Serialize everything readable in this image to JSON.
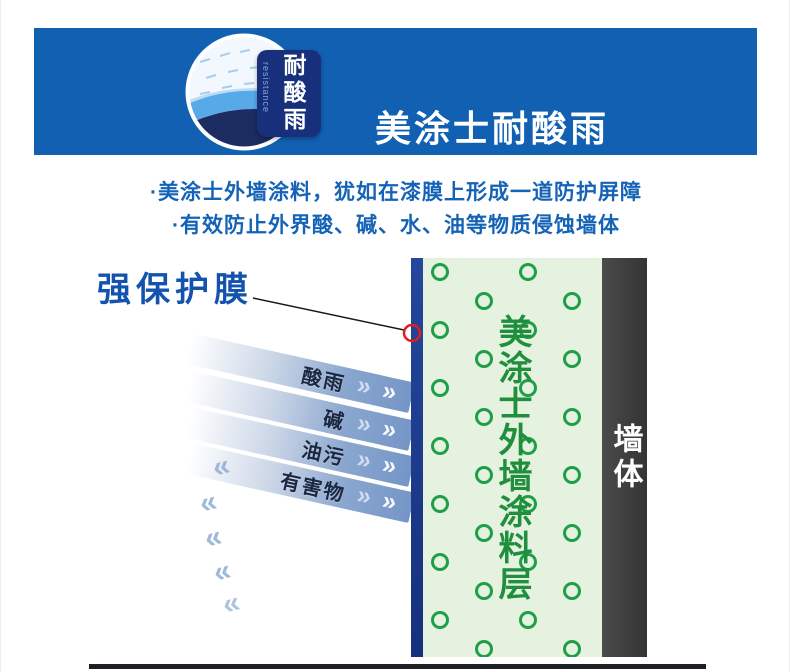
{
  "header": {
    "title": "美涂士耐酸雨",
    "badge_text": "耐酸雨",
    "badge_side_text": "resistance"
  },
  "intro": {
    "lines": [
      "·美涂士外墙涂料，犹如在漆膜上形成一道防护屏障",
      "·有效防止外界酸、碱、水、油等物质侵蚀墙体"
    ]
  },
  "diagram": {
    "film_callout": "强保护膜",
    "arrows": [
      {
        "label": "酸雨"
      },
      {
        "label": "碱"
      },
      {
        "label": "油污"
      },
      {
        "label": "有害物"
      }
    ],
    "chevron": "»",
    "reflect_chevron": "«",
    "paint_layer_label": "美涂士外墙涂料层",
    "wall_label": "墙体"
  },
  "colors": {
    "header_bg": "#1160b2",
    "badge_bg": "#18307b",
    "intro_text": "#1463b7",
    "callout_text": "#1353ae",
    "film": "#1b3a8c",
    "paint_bg": "#e4f2df",
    "bubble_ring": "#1f9e48",
    "paint_text": "#1f8f3d",
    "wall_bg": "#3c3c3c",
    "arrow_band": "#7495c6",
    "marker_red": "#e11d1d"
  }
}
